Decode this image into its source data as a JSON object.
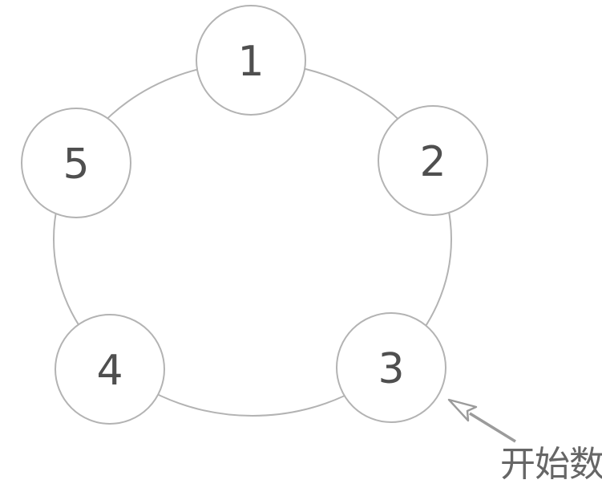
{
  "diagram": {
    "kind": "counting-circle",
    "node_labels": [
      "1",
      "2",
      "3",
      "4",
      "5"
    ],
    "annotation_label": "开始数",
    "colors": {
      "background": "#ffffff",
      "ring_stroke": "#b3b3b3",
      "node_stroke": "#b3b3b3",
      "node_fill": "#ffffff",
      "number_text": "#4f4f4f",
      "arrow": "#9b9b9b",
      "annotation_text": "#666666"
    }
  }
}
